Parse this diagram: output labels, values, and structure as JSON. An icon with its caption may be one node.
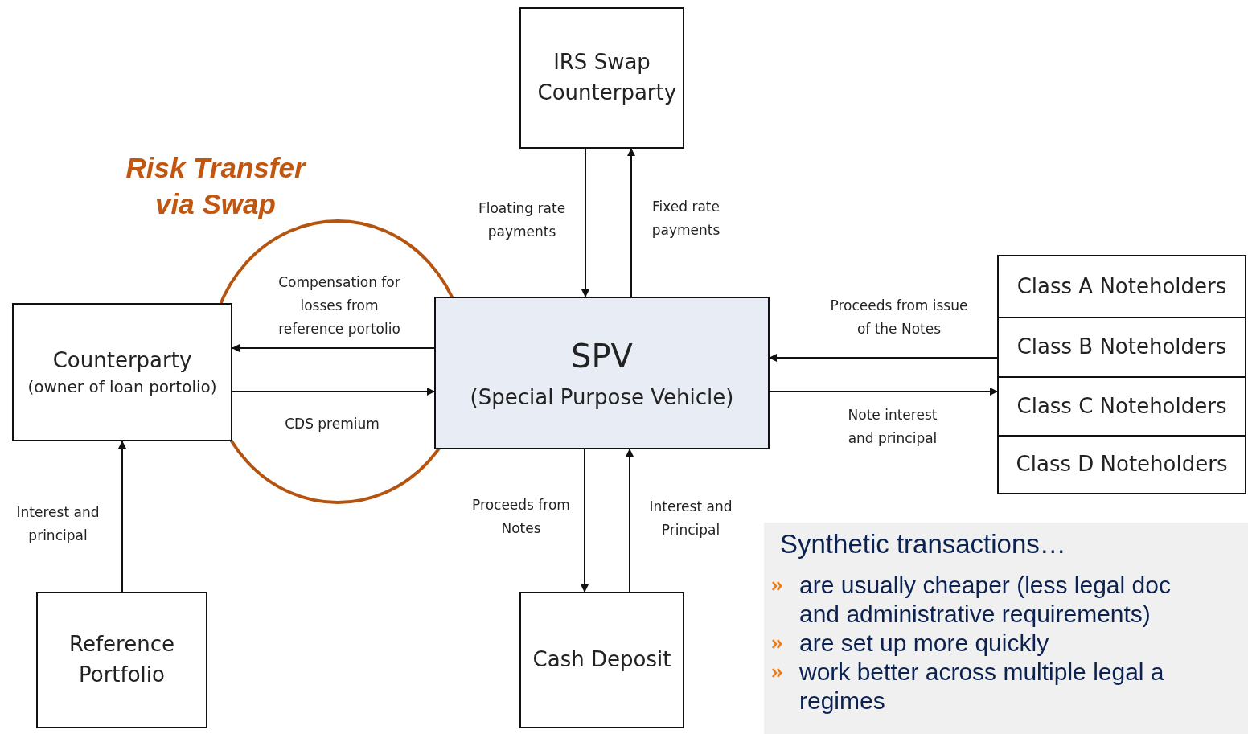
{
  "diagram": {
    "nodes": [
      {
        "text": [
          "IRS Swap Counterparty"
        ]
      },
      {
        "text": [
          "Counterparty",
          "(owner of loan portolio)"
        ]
      },
      {
        "text": [
          "SPV",
          "(Special Purpose Vehicle)"
        ]
      },
      {
        "text": [],
        "shape": "box"
      },
      {
        "text": [
          "Class A Noteholders"
        ],
        "in": 3
      },
      {
        "text": [
          "Class B Noteholders"
        ],
        "in": 3
      },
      {
        "text": [
          "Class C Noteholders"
        ],
        "in": 3
      },
      {
        "text": [
          "Class D Noteholders"
        ],
        "in": 3
      },
      {
        "text": [
          "Reference Portfolio"
        ]
      },
      {
        "text": [
          "Cash Deposit"
        ]
      },
      {
        "text": [
          "Synthetic transactions…",
          "are usually cheaper (less legal doc and administrative requirements)",
          "are set up more quickly",
          "work better across multiple legal a regimes"
        ]
      }
    ],
    "edges": [
      {
        "from": 0,
        "to": 2,
        "arrow": "to",
        "label": "Floating rate payments"
      },
      {
        "from": 2,
        "to": 0,
        "arrow": "to",
        "label": "Fixed rate payments"
      },
      {
        "from": 2,
        "to": 1,
        "arrow": "to",
        "label": "Compensation for losses from reference portolio"
      },
      {
        "from": 1,
        "to": 2,
        "arrow": "to",
        "label": "CDS premium"
      },
      {
        "from": 3,
        "to": 2,
        "arrow": "to",
        "label": "Proceeds from issue of the Notes"
      },
      {
        "from": 2,
        "to": 3,
        "arrow": "to",
        "label": "Note interest and principal"
      },
      {
        "from": 8,
        "to": 1,
        "arrow": "to",
        "label": "Interest and principal"
      },
      {
        "from": 2,
        "to": 9,
        "arrow": "to",
        "label": "Proceeds from Notes"
      },
      {
        "from": 9,
        "to": 2,
        "arrow": "to",
        "label": "Interest and Principal"
      }
    ],
    "labels": [
      "Risk Transfer via Swap"
    ]
  }
}
